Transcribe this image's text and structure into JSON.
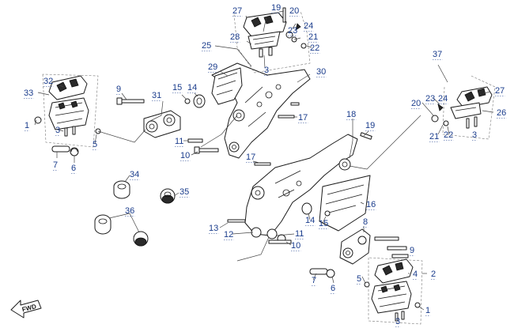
{
  "fwd_label": "FWD",
  "callouts": [
    "27",
    "19",
    "20",
    "24",
    "23",
    "21",
    "22",
    "28",
    "25",
    "3",
    "29",
    "30",
    "33",
    "32",
    "9",
    "15",
    "14",
    "31",
    "17",
    "1",
    "3",
    "5",
    "11",
    "10",
    "7",
    "6",
    "37",
    "27",
    "20",
    "23",
    "24",
    "26",
    "21",
    "22",
    "3",
    "18",
    "19",
    "17",
    "34",
    "35",
    "16",
    "14",
    "15",
    "36",
    "13",
    "12",
    "11",
    "10",
    "8",
    "9",
    "7",
    "6",
    "5",
    "4",
    "2",
    "1",
    "3"
  ]
}
